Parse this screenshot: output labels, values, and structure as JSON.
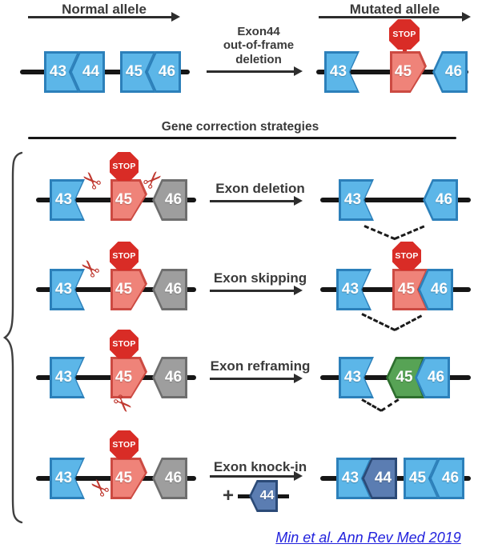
{
  "top": {
    "normal_title": "Normal allele",
    "mutated_title": "Mutated allele",
    "transition": {
      "line1": "Exon44",
      "line2": "out-of-frame",
      "line3": "deletion"
    },
    "normal_exons": {
      "e43": "43",
      "e44": "44",
      "e45": "45",
      "e46": "46"
    },
    "mutated_exons": {
      "e43": "43",
      "e45": "45",
      "e46": "46"
    },
    "stop": "STOP"
  },
  "header": {
    "title": "Gene correction strategies"
  },
  "rows": [
    {
      "label": "Exon deletion",
      "left": {
        "e43": "43",
        "e45": "45",
        "e46": "46",
        "stop": "STOP"
      },
      "right": {
        "e43": "43",
        "e46": "46"
      }
    },
    {
      "label": "Exon skipping",
      "left": {
        "e43": "43",
        "e45": "45",
        "e46": "46",
        "stop": "STOP"
      },
      "right": {
        "e43": "43",
        "e45": "45",
        "e46": "46",
        "stop": "STOP"
      }
    },
    {
      "label": "Exon reframing",
      "left": {
        "e43": "43",
        "e45": "45",
        "e46": "46",
        "stop": "STOP"
      },
      "right": {
        "e43": "43",
        "e45": "45",
        "e46": "46"
      }
    },
    {
      "label": "Exon knock-in",
      "plus": "+",
      "insert": "44",
      "left": {
        "e43": "43",
        "e45": "45",
        "e46": "46",
        "stop": "STOP"
      },
      "right": {
        "e43": "43",
        "e44": "44",
        "e45": "45",
        "e46": "46"
      }
    }
  ],
  "icons": {
    "scissors": "✂"
  },
  "citation": {
    "text": "Min et al. Ann Rev Med 2019"
  },
  "colors": {
    "exon_blue": "#5cb6e8",
    "exon_blue_border": "#2c80ba",
    "exon_red": "#ef8379",
    "exon_red_border": "#cc4a42",
    "exon_gray": "#9e9e9e",
    "exon_green": "#57a355",
    "exon_navy": "#5b7db2",
    "stop_sign_red": "#d92c26",
    "scissors_red": "#c03a31",
    "dna_line": "#161616",
    "label_text": "#3a3a3a",
    "citation_blue": "#2222dd"
  }
}
